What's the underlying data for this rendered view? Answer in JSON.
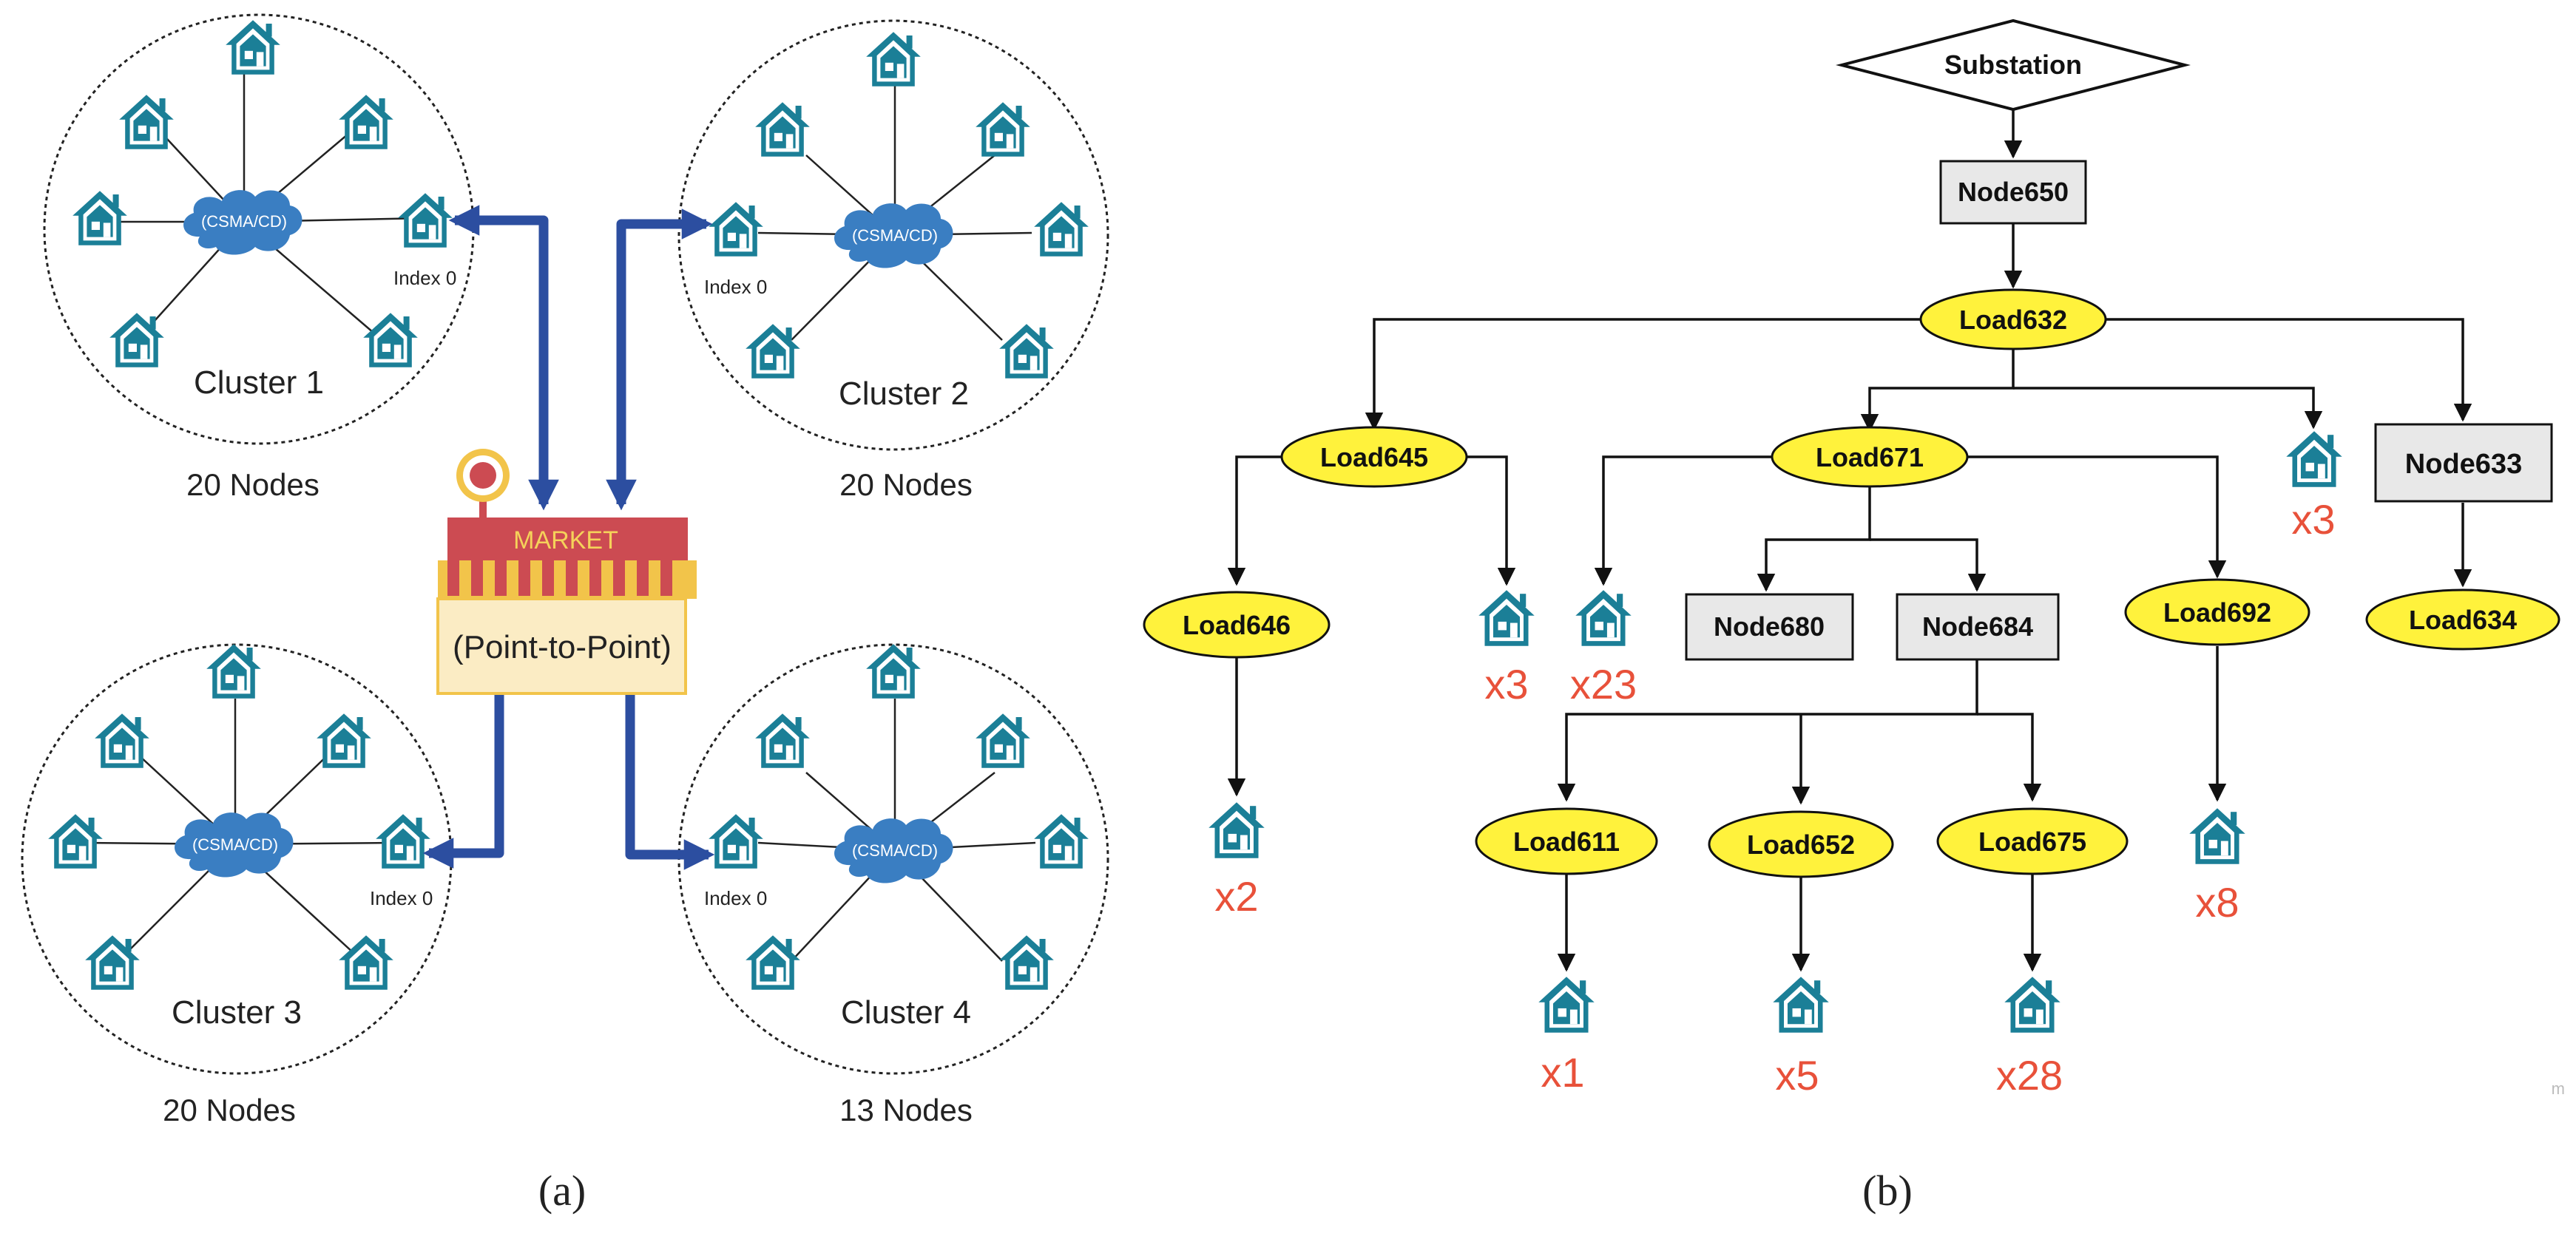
{
  "left_network": {
    "cloud_label": "(CSMA/CD)",
    "index_label": "Index 0",
    "clusters": [
      {
        "name": "Cluster 1",
        "count": "20 Nodes"
      },
      {
        "name": "Cluster 2",
        "count": "20 Nodes"
      },
      {
        "name": "Cluster 3",
        "count": "20 Nodes"
      },
      {
        "name": "Cluster 4",
        "count": "13 Nodes"
      }
    ],
    "market": {
      "sign": "MARKET",
      "mode": "(Point-to-Point)"
    },
    "caption": "(a)"
  },
  "right_tree": {
    "root": "Substation",
    "nodes": {
      "node650": "Node650",
      "load632": "Load632",
      "load645": "Load645",
      "load671": "Load671",
      "node633": "Node633",
      "load646": "Load646",
      "node680": "Node680",
      "node684": "Node684",
      "load692": "Load692",
      "load634": "Load634",
      "load611": "Load611",
      "load652": "Load652",
      "load675": "Load675"
    },
    "house_counts": {
      "load646": "x2",
      "load645": "x3",
      "load671": "x23",
      "load632": "x3",
      "load611": "x1",
      "load652": "x5",
      "load675": "x28",
      "load692": "x8"
    },
    "caption": "(b)",
    "corner_mark": "m"
  },
  "colors": {
    "house": "#1b7f97",
    "cloud": "#3a7ec2",
    "arrow": "#2c4ea0",
    "load_fill": "#fff23c",
    "node_fill": "#e8e8e8",
    "count_text": "#e8513a",
    "market_red": "#cc4b52",
    "market_yellow": "#f2c44a",
    "market_panel": "#fbecc4"
  }
}
